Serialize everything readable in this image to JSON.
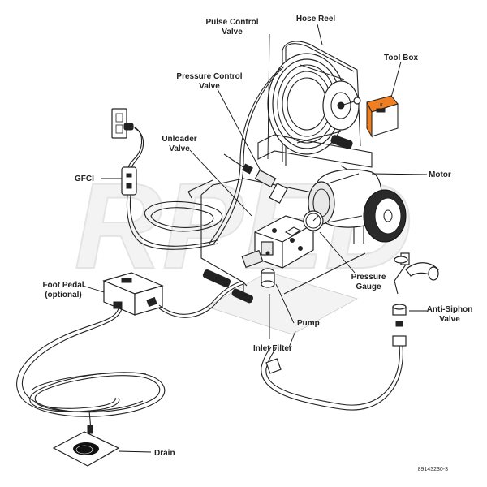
{
  "watermark": {
    "text": "RPED"
  },
  "labels": {
    "pulse_control_valve": [
      "Pulse Control",
      "Valve"
    ],
    "hose_reel": "Hose Reel",
    "tool_box": "Tool Box",
    "pressure_control_valve": [
      "Pressure Control",
      "Valve"
    ],
    "unloader_valve": [
      "Unloader",
      "Valve"
    ],
    "gfci": "GFCI",
    "motor": "Motor",
    "pressure_gauge": [
      "Pressure",
      "Gauge"
    ],
    "foot_pedal": [
      "Foot Pedal",
      "(optional)"
    ],
    "pump": "Pump",
    "anti_siphon_valve": [
      "Anti-Siphon",
      "Valve"
    ],
    "inlet_filter": "Inlet Filter",
    "drain": "Drain"
  },
  "part_number": "89143230-3",
  "colors": {
    "tool_box": "#f07f22",
    "ink": "#222222",
    "watermark": "#f2f2f2"
  }
}
